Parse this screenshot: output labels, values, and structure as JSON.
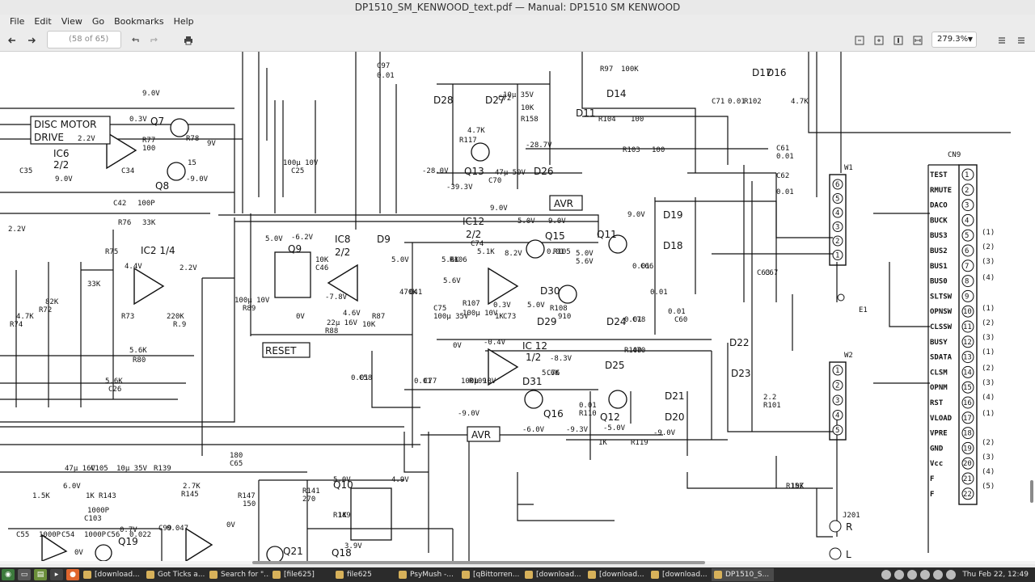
{
  "window": {
    "title": "DP1510_SM_KENWOOD_text.pdf — Manual: DP1510 SM KENWOOD"
  },
  "menu": {
    "items": [
      "File",
      "Edit",
      "View",
      "Go",
      "Bookmarks",
      "Help"
    ]
  },
  "toolbar": {
    "page_value": "",
    "page_placeholder": "(58 of 65)",
    "zoom": "279.3%",
    "icons": [
      "back-arrow-icon",
      "forward-arrow-icon",
      "history-back-icon",
      "history-forward-icon",
      "print-icon",
      "zoom-out-icon",
      "zoom-in-icon",
      "fit-page-icon",
      "fit-width-icon",
      "menu-icon",
      "sidebar-icon"
    ]
  },
  "schematic": {
    "blocks": {
      "disc_motor": "DISC MOTOR",
      "drive": "DRIVE",
      "ic6": "IC6",
      "ic6_sub": "2/2",
      "ic2": "IC2 1/4",
      "ic8": "IC8",
      "ic8_sub": "2/2",
      "ic12a": "IC12",
      "ic12a_sub": "2/2",
      "ic12b": "IC 12",
      "ic12b_sub": "1/2",
      "avr1": "AVR",
      "avr2": "AVR",
      "reset": "RESET",
      "w1": "W1",
      "w2": "W2",
      "cn9": "CN9",
      "j201": "J201",
      "e1": "E1",
      "r": "R",
      "l": "L"
    },
    "transistors": [
      "Q7",
      "Q8",
      "Q9",
      "Q10",
      "Q11",
      "Q12",
      "Q13",
      "Q15",
      "Q16",
      "Q18",
      "Q19",
      "Q21"
    ],
    "diodes": [
      "D28",
      "D27",
      "D26",
      "D9",
      "D11",
      "D14",
      "D17",
      "D16",
      "D19",
      "D18",
      "D29",
      "D30",
      "D24",
      "D22",
      "D23",
      "D21",
      "D20",
      "D25",
      "D31"
    ],
    "parts": [
      "C97",
      "0.01",
      "R97",
      "100K",
      "R104",
      "100",
      "R103",
      "100",
      "C61",
      "0.01",
      "C62",
      "0.01",
      "R77",
      "100",
      "R78",
      "C34",
      "C35",
      "C42",
      "100P",
      "R76",
      "33K",
      "R75",
      "33K",
      "R74",
      "4.7K",
      "R72",
      "82K",
      "R73",
      "220K",
      "R.9",
      "5.6K",
      "R80",
      "5.6K",
      "C26",
      "100μ 10V",
      "C25",
      "100μ 10V",
      "R89",
      "10K",
      "C46",
      "22μ 16V",
      "R88",
      "10K",
      "R87",
      "470K",
      "C41",
      "100μ 35V",
      "C75",
      "100μ 10V",
      "R107",
      "5.6K",
      "R106",
      "5.1K",
      "C74",
      "0.01",
      "R105",
      "910",
      "R108",
      "1K",
      "C73",
      "0.01",
      "C78",
      "0.01",
      "C66",
      "0.01",
      "R100",
      "470",
      "C63",
      "C67",
      "0.01",
      "C60",
      "0.01",
      "C58",
      "0.01",
      "C77",
      "100μ 10V",
      "R109",
      "5.6K",
      "C76",
      "0.01",
      "R110",
      "1K",
      "R119",
      "2.2",
      "R101",
      "180",
      "C65",
      "47μ 16V",
      "C105",
      "10μ 35V",
      "R139",
      "1K",
      "R143",
      "1.5K",
      "R145",
      "2.7K",
      "C99",
      "0.047",
      "C103",
      "1000P",
      "R147",
      "150",
      "R141",
      "270",
      "R149",
      "1K",
      "R157",
      "10K",
      "R117",
      "4.7K",
      "R158",
      "10K",
      "C72",
      "10μ 35V",
      "C70",
      "47μ 50V",
      "C71",
      "0.01",
      "R102",
      "4.7K",
      "C55",
      "1000P",
      "C54",
      "1000P",
      "C56",
      "0.022"
    ],
    "voltages": [
      "9.0V",
      "0.3V",
      "2.2V",
      "9.0V",
      "-9.0V",
      "9V",
      "15",
      "2.2V",
      "4.4V",
      "2.2V",
      "5.0V",
      "-6.2V",
      "0V",
      "-7.8V",
      "4.6V",
      "5.0V",
      "-28.0V",
      "-39.3V",
      "-28.7V",
      "9.0V",
      "5.0V",
      "9.0V",
      "8.2V",
      "5.0V",
      "5.6V",
      "5.6V",
      "0.3V",
      "5.0V",
      "9.0V",
      "0V",
      "-0.4V",
      "-8.3V",
      "-9.0V",
      "-6.0V",
      "-9.3V",
      "-5.0V",
      "-9.0V",
      "5.0V",
      "4.9V",
      "3.9V",
      "6.0V",
      "0.7V",
      "0V",
      "0V"
    ],
    "cn9_pins": [
      "TEST",
      "RMUTE",
      "DACO",
      "BUCK",
      "BUS3",
      "BUS2",
      "BUS1",
      "BUS0",
      "SLTSW",
      "OPNSW",
      "CLSSW",
      "BUSY",
      "SDATA",
      "CLSM",
      "OPNM",
      "RST",
      "VLOAD",
      "VPRE",
      "GND",
      "Vcc",
      "F",
      "F"
    ],
    "cn9_nums": [
      "1",
      "2",
      "3",
      "4",
      "5",
      "6",
      "7",
      "8",
      "9",
      "10",
      "11",
      "12",
      "13",
      "14",
      "15",
      "16",
      "17",
      "18",
      "19",
      "20",
      "21",
      "22"
    ],
    "side_refs": [
      "(1)",
      "(2)",
      "(3)",
      "(4)",
      "(1)",
      "(2)",
      "(3)",
      "(1)",
      "(2)",
      "(3)",
      "(4)",
      "(1)",
      "(2)",
      "(3)",
      "(4)",
      "(5)"
    ],
    "w1_pins": [
      "6",
      "5",
      "4",
      "3",
      "2",
      "1"
    ],
    "w2_pins": [
      "1",
      "2",
      "3",
      "4",
      "5"
    ]
  },
  "taskbar": {
    "windows": [
      "[download...",
      "Got Ticks a...",
      "Search for \"...",
      "[file625]",
      "file625",
      "PsyMush -...",
      "[qBittorren...",
      "[download...",
      "[download...",
      "[download...",
      "DP1510_S..."
    ],
    "active_index": 10,
    "clock": "Thu Feb 22, 12:49"
  }
}
